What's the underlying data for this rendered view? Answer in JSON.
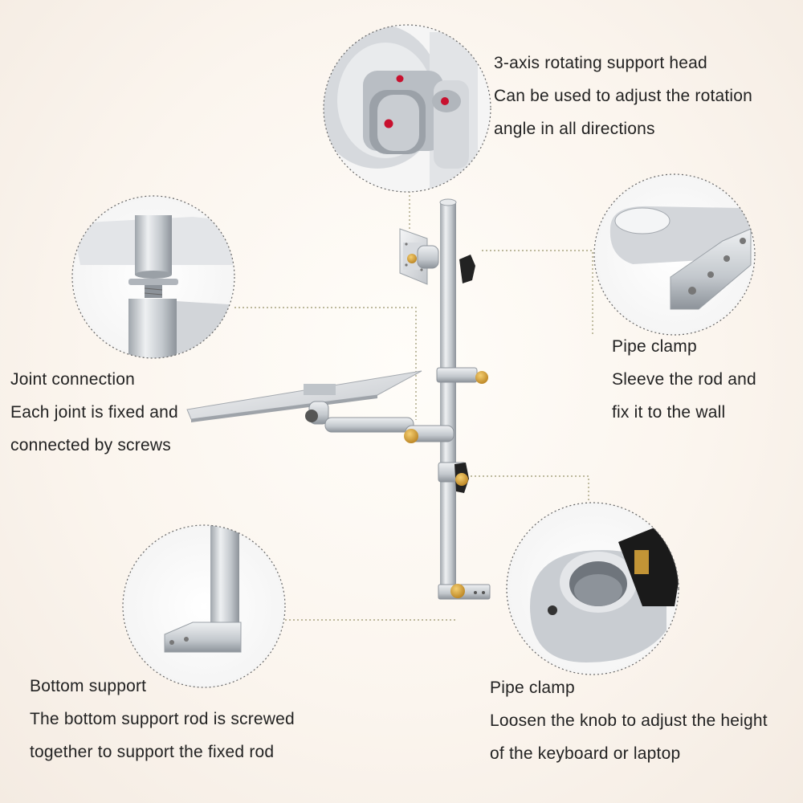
{
  "callouts": {
    "support_head": {
      "title": "3-axis rotating support head",
      "line1": "Can be used to adjust the rotation",
      "line2": "angle in all directions"
    },
    "pipe_clamp_wall": {
      "title": "Pipe clamp",
      "line1": "Sleeve the rod and",
      "line2": "fix it to the wall"
    },
    "joint_connection": {
      "title": "Joint connection",
      "line1": "Each joint is fixed and",
      "line2": "connected by screws"
    },
    "bottom_support": {
      "title": "Bottom support",
      "line1": "The bottom support rod is screwed",
      "line2": "together to support the fixed rod"
    },
    "pipe_clamp_knob": {
      "title": "Pipe clamp",
      "line1": "Loosen the knob to adjust the height",
      "line2": "of the keyboard or laptop"
    }
  },
  "colors": {
    "background": "#fbf5ee",
    "metal": "#c9cdd2",
    "knob_accent": "#d9a43a",
    "marker_red": "#c8102e",
    "dash_line": "#a8a480"
  }
}
